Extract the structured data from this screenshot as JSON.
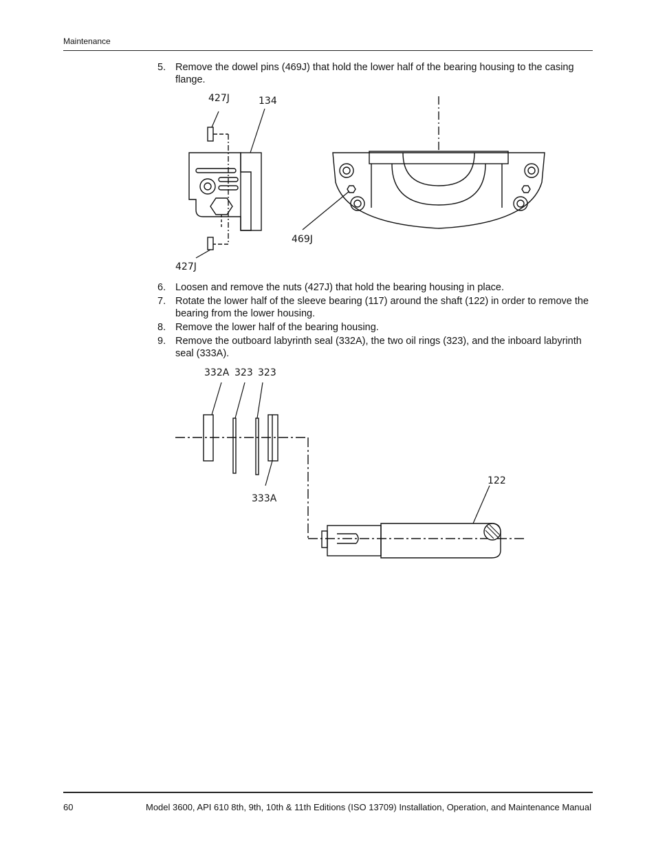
{
  "header": {
    "section": "Maintenance"
  },
  "steps_a": [
    {
      "num": "5.",
      "text": "Remove the dowel pins (469J) that hold the lower half of the bearing housing to the casing flange."
    }
  ],
  "figure1": {
    "labels": {
      "top_nut": "427J",
      "housing": "134",
      "dowel": "469J",
      "bottom_nut": "427J"
    }
  },
  "steps_b": [
    {
      "num": "6.",
      "text": "Loosen and remove the nuts (427J) that hold the bearing housing in place."
    },
    {
      "num": "7.",
      "text": "Rotate the lower half of the sleeve bearing (117) around the shaft (122) in order to remove the bearing from the lower housing."
    },
    {
      "num": "8.",
      "text": "Remove the lower half of the bearing housing."
    },
    {
      "num": "9.",
      "text": "Remove the outboard labyrinth seal (332A), the two oil rings (323), and the inboard labyrinth seal (333A)."
    }
  ],
  "figure2": {
    "labels": {
      "outboard_seal": "332A",
      "oil_ring_1": "323",
      "oil_ring_2": "323",
      "inboard_seal": "333A",
      "shaft": "122"
    }
  },
  "footer": {
    "page_number": "60",
    "manual_title": "Model 3600, API 610 8th, 9th, 10th & 11th Editions (ISO 13709) Installation, Operation, and Maintenance Manual"
  }
}
